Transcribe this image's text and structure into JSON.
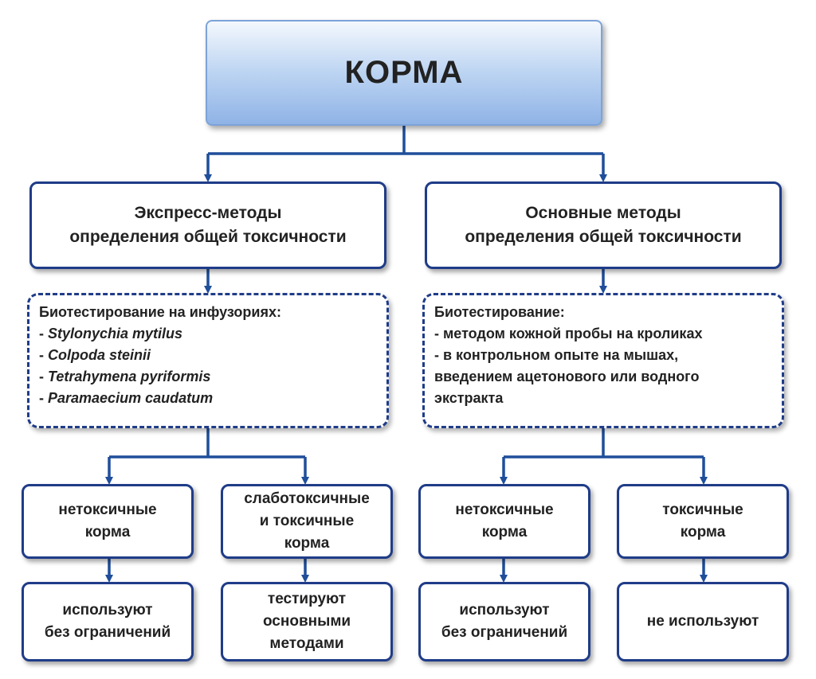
{
  "root": {
    "title": "КОРМА"
  },
  "branches": [
    {
      "method_lines": [
        "Экспресс-методы",
        "определения общей токсичности"
      ],
      "bio_header": "Биотестирование на инфузориях:",
      "bio_items": [
        {
          "prefix": "- ",
          "text": "Stylonychia mytilus"
        },
        {
          "prefix": "- ",
          "text": "Colpoda steinii"
        },
        {
          "prefix": "- ",
          "text": "Tetrahymena pyriformis"
        },
        {
          "prefix": "- ",
          "text": "Paramaecium caudatum"
        }
      ],
      "outcomes": [
        {
          "result_lines": [
            "нетоксичные",
            "корма"
          ],
          "action_lines": [
            "используют",
            "без ограничений"
          ]
        },
        {
          "result_lines": [
            "слаботоксичные",
            "и токсичные",
            "корма"
          ],
          "action_lines": [
            "тестируют",
            "основными",
            "методами"
          ]
        }
      ]
    },
    {
      "method_lines": [
        "Основные методы",
        "определения общей токсичности"
      ],
      "bio_header": "Биотестирование:",
      "bio_lines": [
        "- методом кожной пробы на кроликах",
        "- в контрольном опыте на мышах,",
        "введением ацетонового или водного",
        "экстракта"
      ],
      "outcomes": [
        {
          "result_lines": [
            "нетоксичные",
            "корма"
          ],
          "action_lines": [
            "используют",
            "без ограничений"
          ]
        },
        {
          "result_lines": [
            "токсичные",
            "корма"
          ],
          "action_lines": [
            "не используют"
          ]
        }
      ]
    }
  ],
  "colors": {
    "line": "#1f4e9a",
    "border": "#1f3c88",
    "root_fill": "#bcd4f2"
  }
}
